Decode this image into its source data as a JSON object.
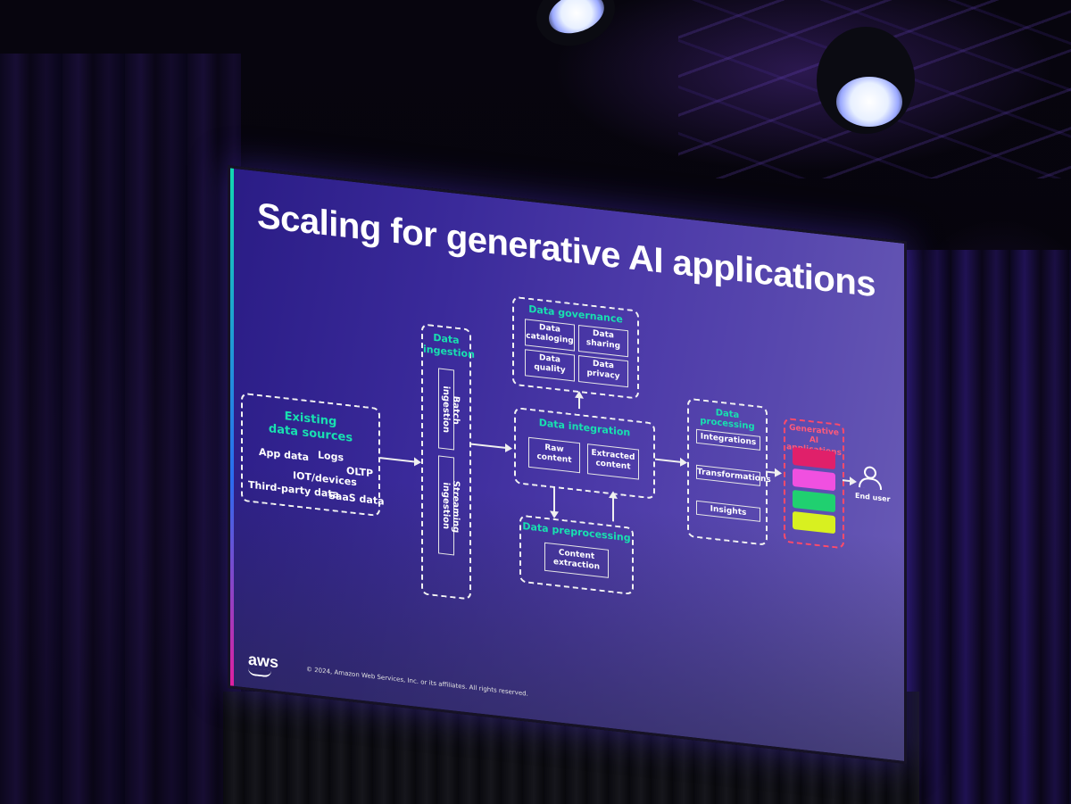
{
  "slide": {
    "title": "Scaling for generative AI applications",
    "footer": "© 2024, Amazon Web Services, Inc. or its affiliates. All rights reserved.",
    "logo_text": "aws",
    "existing_sources": {
      "heading_line1": "Existing",
      "heading_line2": "data sources",
      "items": [
        "App data",
        "Logs",
        "OLTP",
        "IOT/devices",
        "Third-party data",
        "SaaS data"
      ]
    },
    "data_ingestion": {
      "heading_line1": "Data",
      "heading_line2": "ingestion",
      "batch": "Batch ingestion",
      "streaming": "Streaming ingestion"
    },
    "data_governance": {
      "heading": "Data governance",
      "items": [
        {
          "line1": "Data",
          "line2": "cataloging"
        },
        {
          "line1": "Data",
          "line2": "sharing"
        },
        {
          "line1": "Data",
          "line2": "quality"
        },
        {
          "line1": "Data",
          "line2": "privacy"
        }
      ]
    },
    "data_integration": {
      "heading": "Data integration",
      "raw": {
        "line1": "Raw",
        "line2": "content"
      },
      "extracted": {
        "line1": "Extracted",
        "line2": "content"
      }
    },
    "data_preprocessing": {
      "heading": "Data preprocessing",
      "item": {
        "line1": "Content",
        "line2": "extraction"
      }
    },
    "data_processing": {
      "heading": "Data processing",
      "items": [
        "Integrations",
        "Transformations",
        "Insights"
      ]
    },
    "gen_ai": {
      "heading_line1": "Generative AI",
      "heading_line2": "applications"
    },
    "end_user": "End user"
  },
  "colors": {
    "accent_green": "#18e0b0",
    "gen_ai_border": "#ff4a6a",
    "gen_item_1": "#e0206a",
    "gen_item_2": "#f050e0",
    "gen_item_3": "#20d070",
    "gen_item_4": "#d8f020"
  }
}
